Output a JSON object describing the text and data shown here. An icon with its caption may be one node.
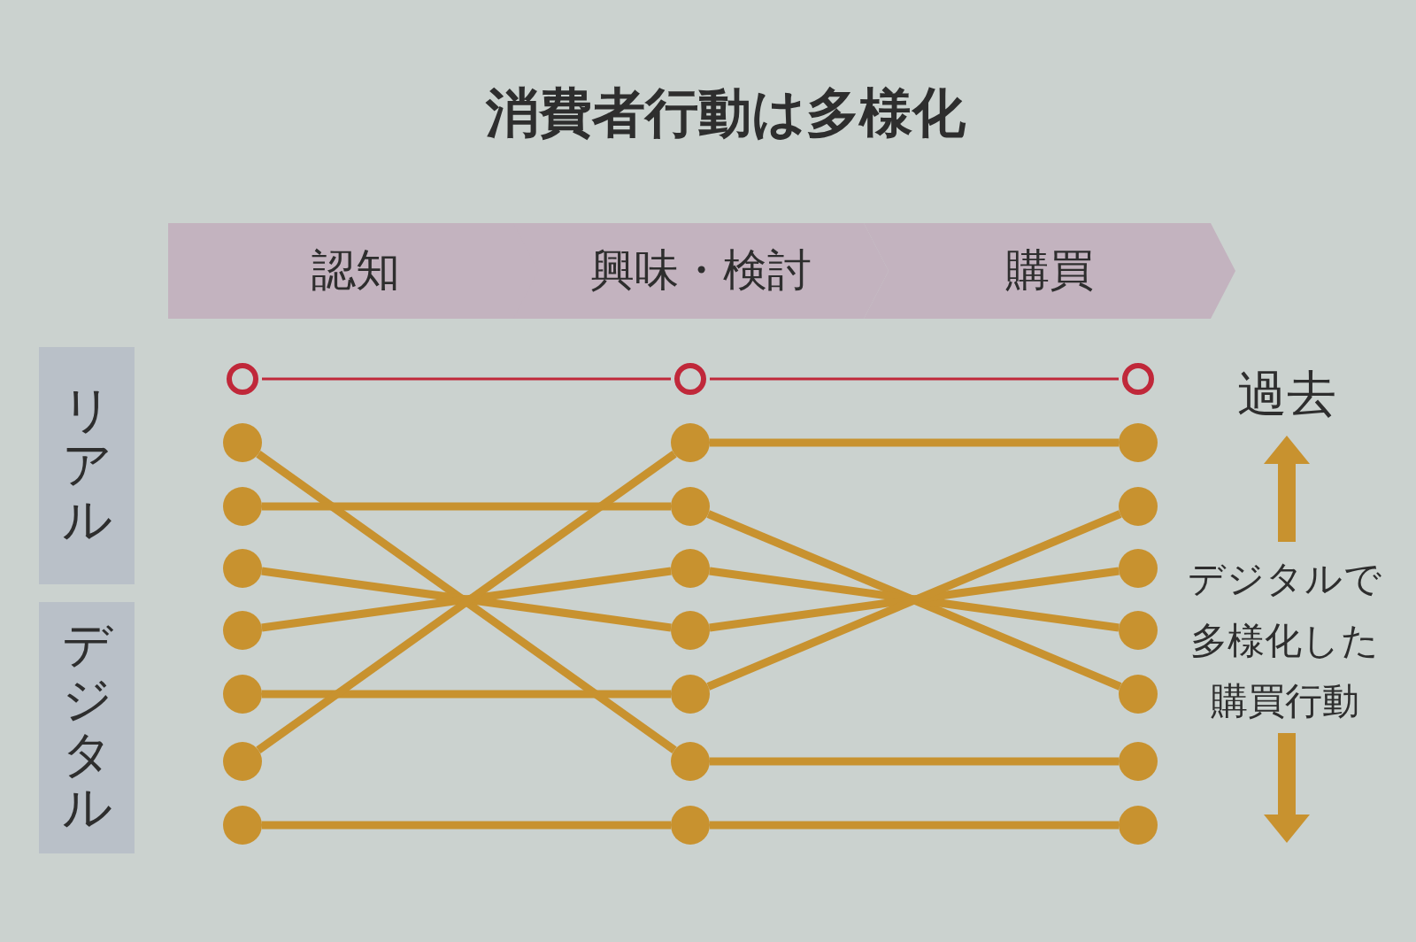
{
  "diagram": {
    "title": "消費者行動は多様化",
    "nodes": [
      {
        "text": [
          "認知"
        ]
      },
      {
        "text": [
          "興味・検討"
        ]
      },
      {
        "text": [
          "購買"
        ]
      },
      {
        "text": [
          "リアル"
        ]
      },
      {
        "text": [
          "デジタル"
        ]
      },
      {
        "text": [],
        "shape": "ring"
      },
      {
        "text": [],
        "shape": "circle"
      },
      {
        "text": [],
        "shape": "circle"
      },
      {
        "text": [],
        "shape": "circle"
      },
      {
        "text": [],
        "shape": "circle"
      },
      {
        "text": [],
        "shape": "circle"
      },
      {
        "text": [],
        "shape": "circle"
      },
      {
        "text": [],
        "shape": "circle"
      },
      {
        "text": [],
        "shape": "ring"
      },
      {
        "text": [],
        "shape": "circle"
      },
      {
        "text": [],
        "shape": "circle"
      },
      {
        "text": [],
        "shape": "circle"
      },
      {
        "text": [],
        "shape": "circle"
      },
      {
        "text": [],
        "shape": "circle"
      },
      {
        "text": [],
        "shape": "circle"
      },
      {
        "text": [],
        "shape": "circle"
      },
      {
        "text": [],
        "shape": "ring"
      },
      {
        "text": [],
        "shape": "circle"
      },
      {
        "text": [],
        "shape": "circle"
      },
      {
        "text": [],
        "shape": "circle"
      },
      {
        "text": [],
        "shape": "circle"
      },
      {
        "text": [],
        "shape": "circle"
      },
      {
        "text": [],
        "shape": "circle"
      },
      {
        "text": [],
        "shape": "circle"
      }
    ],
    "edges": [
      {
        "from": 5,
        "to": 13,
        "arrow": "none",
        "color": "#c0283a"
      },
      {
        "from": 13,
        "to": 21,
        "arrow": "none",
        "color": "#c0283a"
      },
      {
        "from": 6,
        "to": 19,
        "arrow": "none"
      },
      {
        "from": 7,
        "to": 15,
        "arrow": "none"
      },
      {
        "from": 8,
        "to": 17,
        "arrow": "none"
      },
      {
        "from": 9,
        "to": 16,
        "arrow": "none"
      },
      {
        "from": 10,
        "to": 18,
        "arrow": "none"
      },
      {
        "from": 11,
        "to": 14,
        "arrow": "none"
      },
      {
        "from": 12,
        "to": 20,
        "arrow": "none"
      },
      {
        "from": 14,
        "to": 22,
        "arrow": "none"
      },
      {
        "from": 15,
        "to": 26,
        "arrow": "none"
      },
      {
        "from": 16,
        "to": 25,
        "arrow": "none"
      },
      {
        "from": 17,
        "to": 24,
        "arrow": "none"
      },
      {
        "from": 18,
        "to": 23,
        "arrow": "none"
      },
      {
        "from": 19,
        "to": 27,
        "arrow": "none"
      },
      {
        "from": 20,
        "to": 28,
        "arrow": "none"
      }
    ],
    "labels": [
      "過去",
      "デジタルで多様化した購買行動"
    ]
  }
}
